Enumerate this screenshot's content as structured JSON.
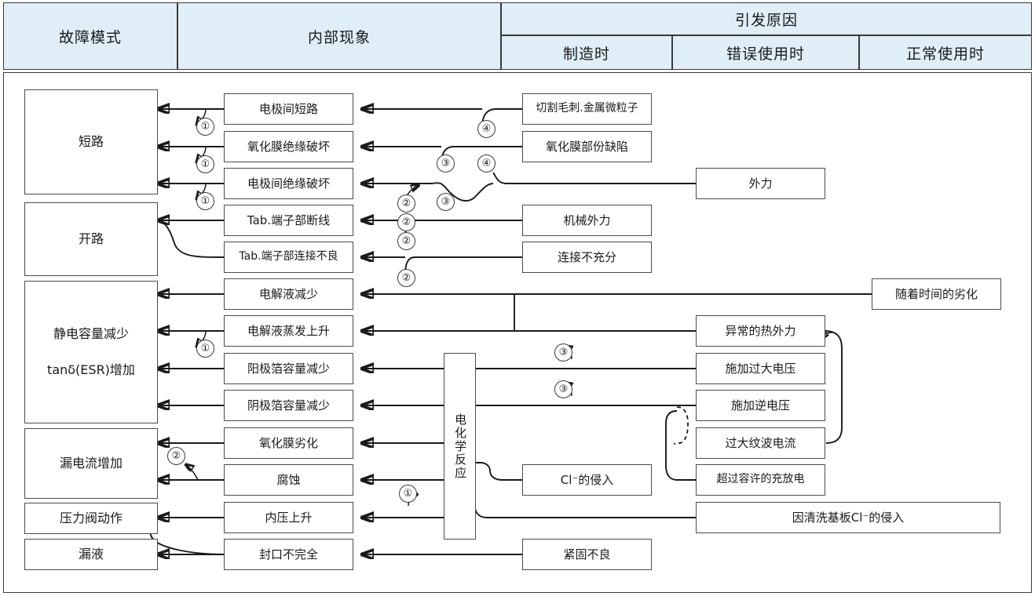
{
  "header": {
    "columns": [
      {
        "id": "failure-mode",
        "label": "故障模式"
      },
      {
        "id": "internal-phenomenon",
        "label": "内部现象"
      },
      {
        "id": "cause",
        "label": "引发原因"
      }
    ],
    "cause_subcolumns": [
      {
        "id": "manufacturing",
        "label": "制造时"
      },
      {
        "id": "misuse",
        "label": "错误使用时"
      },
      {
        "id": "normal-use",
        "label": "正常使用时"
      }
    ]
  },
  "failure_modes": [
    {
      "id": "short-circuit",
      "lines": [
        "短路"
      ]
    },
    {
      "id": "open-circuit",
      "lines": [
        "开路"
      ]
    },
    {
      "id": "capacitance-decrease",
      "lines": [
        "静电容量减少",
        "tanδ(ESR)增加"
      ]
    },
    {
      "id": "leakage-current",
      "lines": [
        "漏电流增加"
      ]
    },
    {
      "id": "pressure-valve",
      "lines": [
        "压力阀动作"
      ]
    },
    {
      "id": "liquid-leak",
      "lines": [
        "漏液"
      ]
    }
  ],
  "internal_phenomena": [
    {
      "id": "inter-electrode-short",
      "label": "电极间短路"
    },
    {
      "id": "oxide-insulation-breakdown",
      "label": "氧化膜绝缘破坏"
    },
    {
      "id": "inter-electrode-insulation-breakdown",
      "label": "电极间绝缘破坏"
    },
    {
      "id": "tab-terminal-break",
      "label": "Tab.端子部断线"
    },
    {
      "id": "tab-terminal-bad-connection",
      "label": "Tab.端子部连接不良"
    },
    {
      "id": "electrolyte-decrease",
      "label": "电解液减少"
    },
    {
      "id": "electrolyte-evaporation",
      "label": "电解液蒸发上升"
    },
    {
      "id": "anode-foil-capacitance-decrease",
      "label": "阳极箔容量减少"
    },
    {
      "id": "cathode-foil-capacitance-decrease",
      "label": "阴极箔容量减少"
    },
    {
      "id": "oxide-film-degradation",
      "label": "氧化膜劣化"
    },
    {
      "id": "corrosion",
      "label": "腐蚀"
    },
    {
      "id": "internal-pressure-rise",
      "label": "内压上升"
    },
    {
      "id": "incomplete-seal",
      "label": "封口不完全"
    }
  ],
  "electrochemical_node": {
    "id": "electrochemical-reaction",
    "label": "电化学反应"
  },
  "causes_manufacturing": [
    {
      "id": "cutting-burr-metal-particles",
      "label": "切割毛刺.金属微粒子"
    },
    {
      "id": "oxide-film-partial-defect",
      "label": "氧化膜部份缺陷"
    },
    {
      "id": "mechanical-external-force",
      "label": "机械外力"
    },
    {
      "id": "insufficient-connection",
      "label": "连接不充分"
    },
    {
      "id": "cl-ion-intrusion",
      "label": "Cl⁻的侵入"
    },
    {
      "id": "bad-fastening",
      "label": "紧固不良"
    }
  ],
  "causes_misuse": [
    {
      "id": "external-force",
      "label": "外力"
    },
    {
      "id": "abnormal-thermal-force",
      "label": "异常的热外力"
    },
    {
      "id": "excessive-voltage",
      "label": "施加过大电压"
    },
    {
      "id": "reverse-voltage",
      "label": "施加逆电压"
    },
    {
      "id": "excessive-ripple-current",
      "label": "过大纹波电流"
    },
    {
      "id": "over-allowed-charge-discharge",
      "label": "超过容许的充放电"
    },
    {
      "id": "cl-intrusion-from-pcb-cleaning",
      "label": "因清洗基板Cl⁻的侵入"
    }
  ],
  "causes_normal_use": [
    {
      "id": "degradation-over-time",
      "label": "随着时间的劣化"
    }
  ],
  "markers": [
    {
      "id": "marker-1-a",
      "label": "①"
    },
    {
      "id": "marker-1-b",
      "label": "①"
    },
    {
      "id": "marker-1-c",
      "label": "①"
    },
    {
      "id": "marker-1-d",
      "label": "①"
    },
    {
      "id": "marker-1-e",
      "label": "①"
    },
    {
      "id": "marker-2-a",
      "label": "②"
    },
    {
      "id": "marker-2-b",
      "label": "②"
    },
    {
      "id": "marker-2-c",
      "label": "②"
    },
    {
      "id": "marker-2-d",
      "label": "②"
    },
    {
      "id": "marker-2-e",
      "label": "②"
    },
    {
      "id": "marker-3-a",
      "label": "③"
    },
    {
      "id": "marker-3-b",
      "label": "③"
    },
    {
      "id": "marker-3-c",
      "label": "③"
    },
    {
      "id": "marker-3-d",
      "label": "③"
    },
    {
      "id": "marker-4-a",
      "label": "④"
    },
    {
      "id": "marker-4-b",
      "label": "④"
    }
  ],
  "colors": {
    "header_background": "#dfeef7",
    "border": "#3a3a3a",
    "node_border": "#4b4b4b",
    "line": "#1a1a1a",
    "page_background": "#ffffff"
  }
}
